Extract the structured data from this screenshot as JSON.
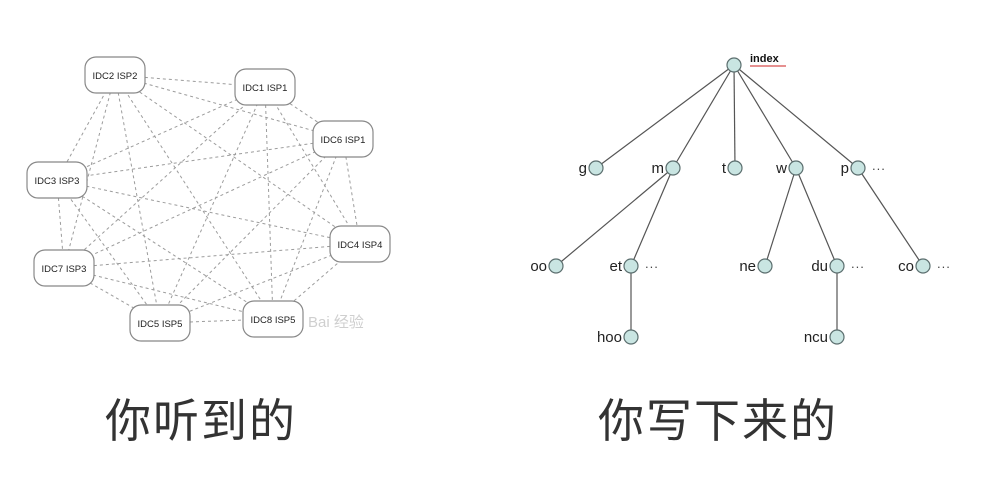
{
  "mesh": {
    "nodes": [
      {
        "id": "n1",
        "label": "IDC2 ISP2"
      },
      {
        "id": "n2",
        "label": "IDC1 ISP1"
      },
      {
        "id": "n3",
        "label": "IDC6 ISP1"
      },
      {
        "id": "n4",
        "label": "IDC3 ISP3"
      },
      {
        "id": "n5",
        "label": "IDC4 ISP4"
      },
      {
        "id": "n6",
        "label": "IDC7 ISP3"
      },
      {
        "id": "n7",
        "label": "IDC5 ISP5"
      },
      {
        "id": "n8",
        "label": "IDC8 ISP5"
      }
    ],
    "watermark": "Bai 经验",
    "caption": "你听到的"
  },
  "tree": {
    "root": "index",
    "level1": [
      "g",
      "m",
      "t",
      "w",
      "p"
    ],
    "level1_more": "...",
    "m_children": [
      "oo",
      "et"
    ],
    "et_more": "...",
    "et_children": [
      "hoo"
    ],
    "w_children": [
      "ne",
      "du"
    ],
    "du_more": "...",
    "du_children": [
      "ncu"
    ],
    "p_children": [
      "co"
    ],
    "co_more": "...",
    "caption": "你写下来的"
  }
}
